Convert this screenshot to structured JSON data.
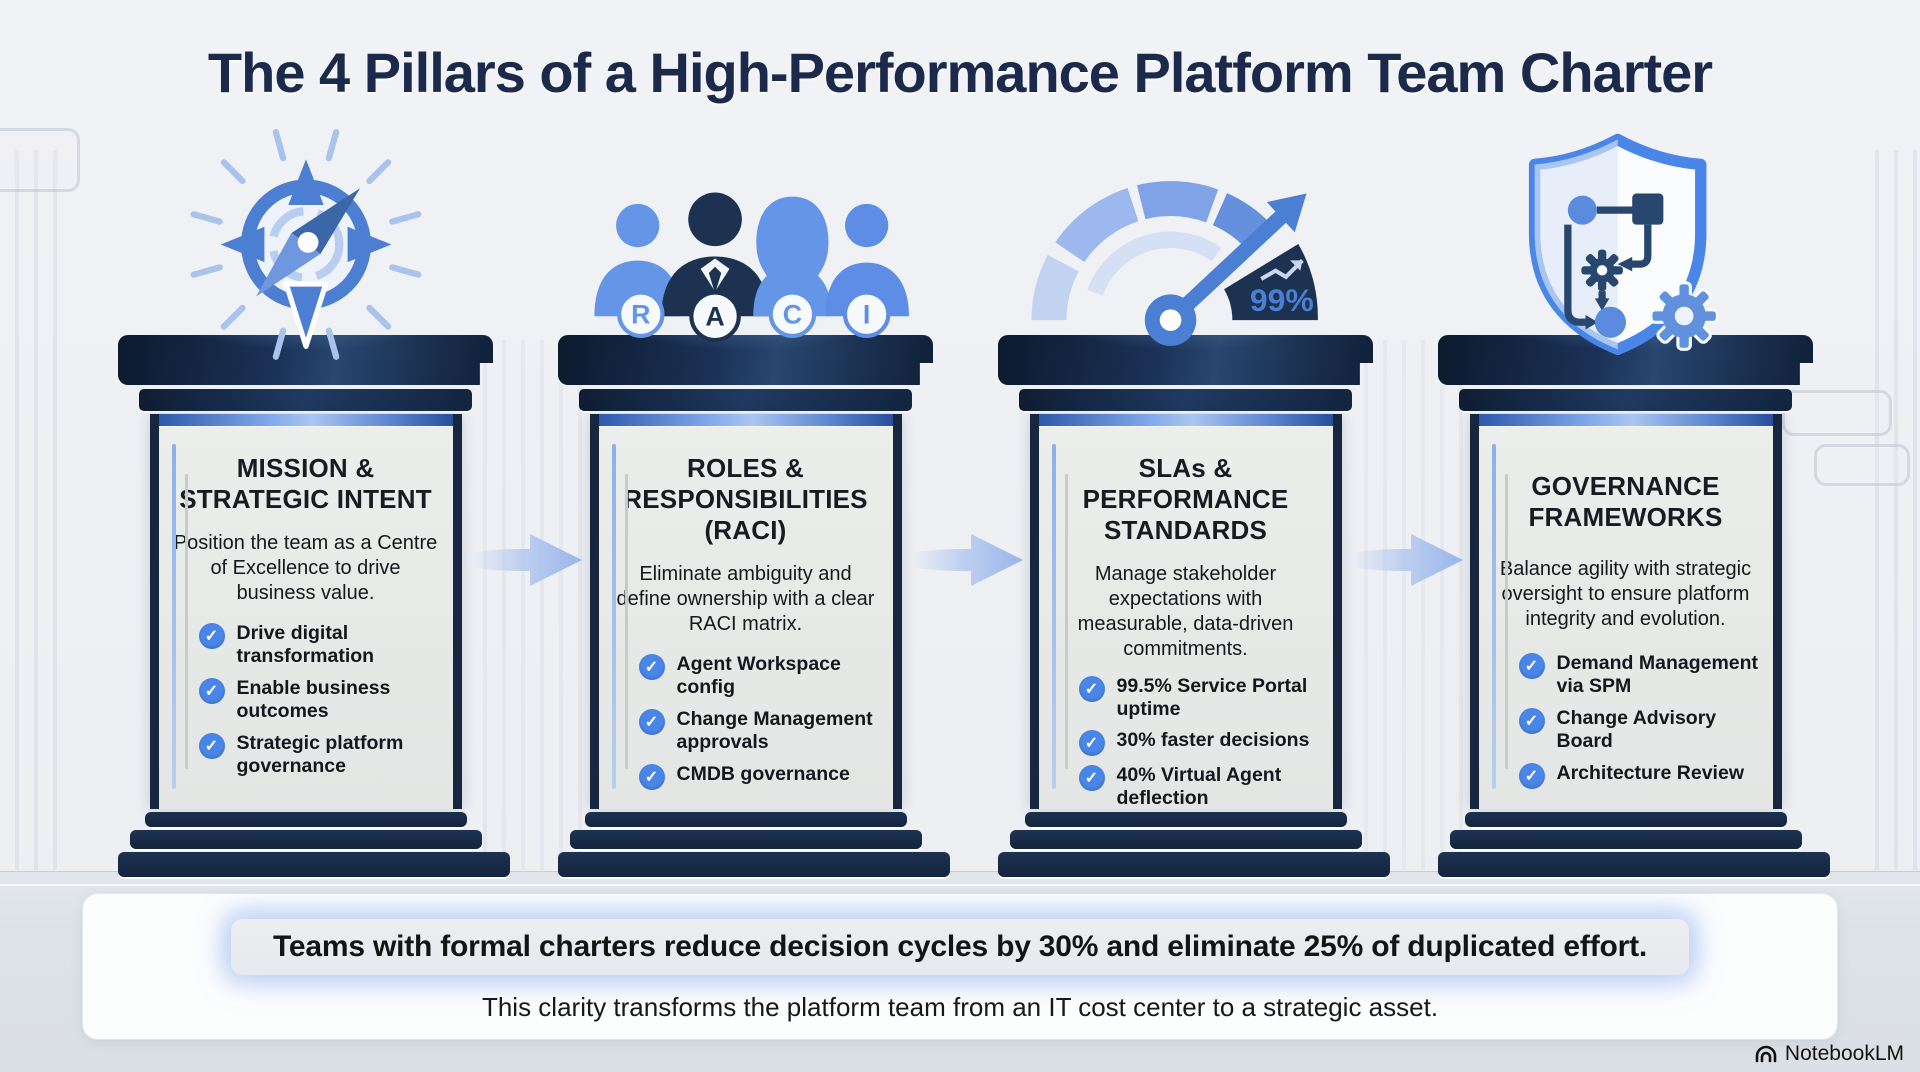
{
  "title": "The 4 Pillars of a High-Performance Platform Team Charter",
  "pillars": [
    {
      "icon": "compass",
      "title": "MISSION & STRATEGIC INTENT",
      "description": "Position the team as a Centre of Excellence to drive business value.",
      "bullets": [
        "Drive digital transformation",
        "Enable business outcomes",
        "Strategic platform governance"
      ]
    },
    {
      "icon": "raci-people",
      "title": "ROLES & RESPONSIBILITIES (RACI)",
      "description": "Eliminate ambiguity and define ownership with a clear RACI matrix.",
      "bullets": [
        "Agent Workspace config",
        "Change Management approvals",
        "CMDB governance"
      ]
    },
    {
      "icon": "performance-gauge",
      "title": "SLAs & PERFORMANCE STANDARDS",
      "description": "Manage stakeholder expectations with measurable, data-driven commitments.",
      "bullets": [
        "99.5% Service Portal uptime",
        "30% faster decisions",
        "40% Virtual Agent deflection"
      ],
      "gauge_label": "99%"
    },
    {
      "icon": "governance-shield",
      "title": "GOVERNANCE FRAMEWORKS",
      "description": "Balance agility with strategic oversight to ensure platform integrity and evolution.",
      "bullets": [
        "Demand Management via SPM",
        "Change Advisory Board",
        "Architecture Review"
      ]
    }
  ],
  "raci_letters": [
    "R",
    "A",
    "C",
    "I"
  ],
  "check_glyph": "✓",
  "footer": {
    "stat": "Teams with formal charters reduce decision cycles by 30% and eliminate 25% of duplicated effort.",
    "subtitle": "This clarity transforms the platform team from an IT cost center to a strategic asset."
  },
  "watermark": {
    "label": "NotebookLM"
  },
  "colors": {
    "navy": "#16273f",
    "accent_blue": "#4a86e8",
    "light_blue": "#aac4ee",
    "background": "#eef0f4",
    "pillar_face": "#e8eae8",
    "title_navy": "#1b2a4a"
  }
}
